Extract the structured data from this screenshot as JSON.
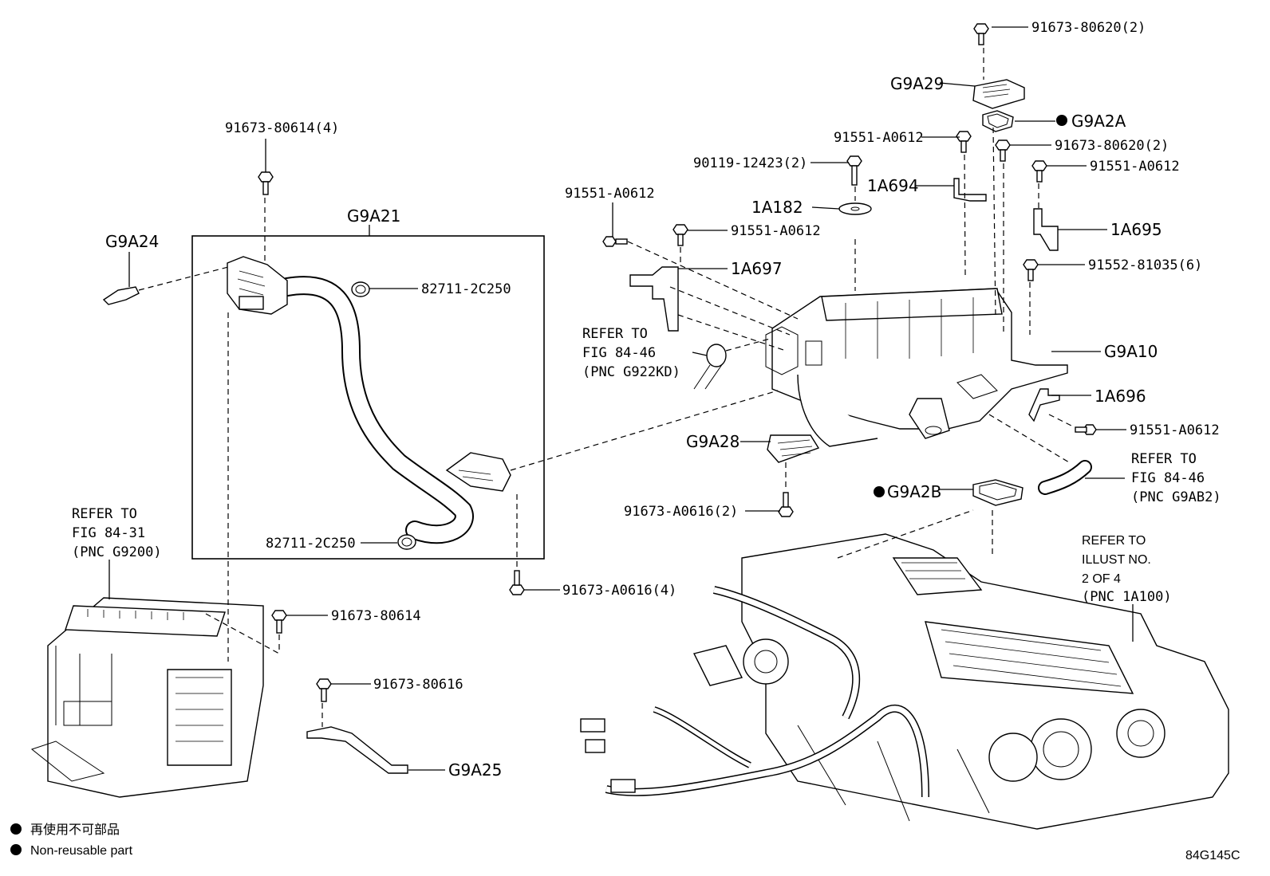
{
  "labels": {
    "p91673_80620_2_top": "91673-80620(2)",
    "g9a29": "G9A29",
    "g9a2a": "G9A2A",
    "p91551_a0612_a": "91551-A0612",
    "p91673_80620_2_mid": "91673-80620(2)",
    "p90119_12423_2": "90119-12423(2)",
    "p91551_a0612_b": "91551-A0612",
    "p91673_80614_4": "91673-80614(4)",
    "g9a21": "G9A21",
    "g9a24": "G9A24",
    "p91551_a0612_c": "91551-A0612",
    "a1a694": "1A694",
    "a1a182": "1A182",
    "a1a695": "1A695",
    "p91551_a0612_d": "91551-A0612",
    "p91552_81035_6": "91552-81035(6)",
    "a1a697": "1A697",
    "p82711_2c250_top": "82711-2C250",
    "refer_84_46_a": [
      "REFER TO",
      "FIG 84-46",
      "(PNC G922KD)"
    ],
    "g9a10": "G9A10",
    "a1a696": "1A696",
    "p91551_a0612_e": "91551-A0612",
    "g9a28": "G9A28",
    "refer_84_46_b": [
      "REFER TO",
      "FIG 84-46",
      "(PNC G9AB2)"
    ],
    "g9a2b": "G9A2B",
    "p91673_a0616_2": "91673-A0616(2)",
    "refer_84_31": [
      "REFER TO",
      "FIG 84-31",
      "(PNC G9200)"
    ],
    "p82711_2c250_bot": "82711-2C250",
    "refer_illust": [
      "REFER TO",
      "ILLUST NO.",
      "2 OF 4",
      "(PNC 1A100)"
    ],
    "p91673_a0616_4": "91673-A0616(4)",
    "p91673_80614": "91673-80614",
    "p91673_80616": "91673-80616",
    "g9a25": "G9A25"
  },
  "legend": {
    "jp": "再使用不可部品",
    "en": "Non-reusable part"
  },
  "figure_code": "84G145C"
}
